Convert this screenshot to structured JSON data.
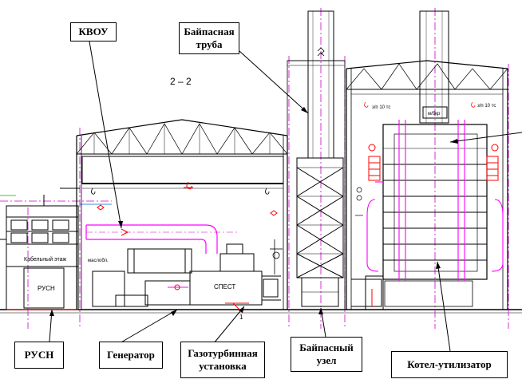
{
  "labels": {
    "kvou": "КВОУ",
    "bypass_stack": "Байпасная\nтруба",
    "rusn": "РУСН",
    "generator": "Генератор",
    "gas_turbine": "Газотурбинная\nустановка",
    "bypass_unit": "Байпасный\nузел",
    "hrsg": "Котел-утилизатор"
  },
  "drawing": {
    "section_mark": "2 – 2",
    "cable_floor": "Кабельный этаж",
    "rusn_room": "РУСН",
    "equipment_tag": "СПЕСТ",
    "crane_left": "з/п 10 тс",
    "crane_right": "з/п 10 тс",
    "drum_tag": "м/бкр",
    "oil_tag": "маслобл.",
    "position_no": "1"
  },
  "colors": {
    "line": "#000000",
    "axis": "#cc00cc",
    "pipe": "#ff00ff",
    "hazard": "#ff0000",
    "accent": "#0066cc"
  }
}
